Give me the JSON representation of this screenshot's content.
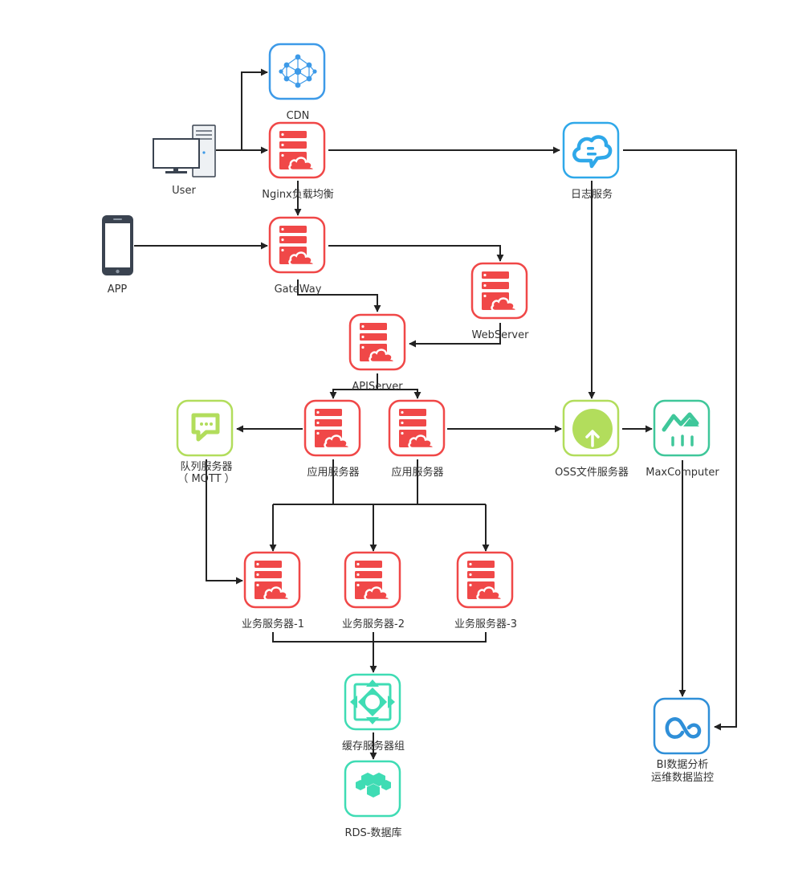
{
  "colors": {
    "server": "#f04848",
    "cdn": "#3d9ae8",
    "log": "#2fa8e9",
    "queue": "#b2dd5c",
    "oss": "#b2dd5c",
    "maxcompute": "#3fc79a",
    "cache": "#3fdcb4",
    "rds": "#3fdcb4",
    "bi": "#2f8fd8",
    "line": "#222222",
    "label": "#333333"
  },
  "nodes": {
    "cdn": {
      "label": "CDN",
      "icon": "network-graph-icon"
    },
    "user": {
      "label": "User",
      "icon": "desktop-computer-icon"
    },
    "nginx": {
      "label": "Nginx负载均衡",
      "icon": "server-cloud-icon"
    },
    "log": {
      "label": "日志服务",
      "icon": "cloud-chat-icon"
    },
    "app": {
      "label": "APP",
      "icon": "smartphone-icon"
    },
    "gateway": {
      "label": "GateWay",
      "icon": "server-cloud-icon"
    },
    "webserver": {
      "label": "WebServer",
      "icon": "server-cloud-icon"
    },
    "apiserver": {
      "label": "APIServer",
      "icon": "server-cloud-icon"
    },
    "queue": {
      "label1": "队列服务器",
      "label2": "（ MQTT ）",
      "icon": "message-queue-icon"
    },
    "app1": {
      "label": "应用服务器",
      "icon": "server-cloud-icon"
    },
    "app2": {
      "label": "应用服务器",
      "icon": "server-cloud-icon"
    },
    "oss": {
      "label": "OSS文件服务器",
      "icon": "cloud-upload-icon"
    },
    "maxcomputer": {
      "label": "MaxComputer",
      "icon": "analytics-chart-icon"
    },
    "biz1": {
      "label": "业务服务器-1",
      "icon": "server-cloud-icon"
    },
    "biz2": {
      "label": "业务服务器-2",
      "icon": "server-cloud-icon"
    },
    "biz3": {
      "label": "业务服务器-3",
      "icon": "server-cloud-icon"
    },
    "cache": {
      "label": "缓存服务器组",
      "icon": "cache-arrows-icon"
    },
    "rds": {
      "label": "RDS-数据库",
      "icon": "hexagon-database-icon"
    },
    "bi": {
      "label1": "BI数据分析",
      "label2": "运维数据监控",
      "icon": "infinity-loop-icon"
    }
  }
}
